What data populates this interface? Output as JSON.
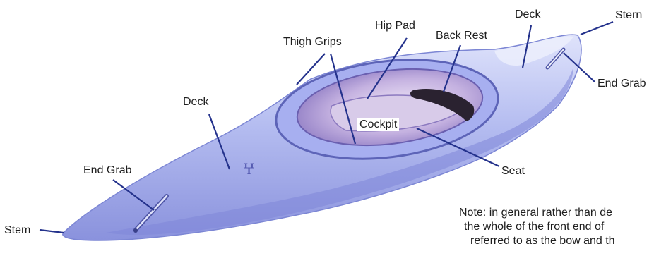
{
  "colors": {
    "leader_line": "#24328c",
    "hull_light": "#c9d0f4",
    "hull_mid": "#9fa9ea",
    "hull_dark": "#7f86d8",
    "cockpit_inner": "#b7a4d8",
    "back_rest": "#2a2230"
  },
  "labels": {
    "stem": "Stem",
    "end_grab_left": "End Grab",
    "deck_left": "Deck",
    "thigh_grips": "Thigh Grips",
    "hip_pad": "Hip Pad",
    "back_rest": "Back Rest",
    "deck_right": "Deck",
    "stern": "Stern",
    "end_grab_right": "End Grab",
    "cockpit": "Cockpit",
    "seat": "Seat"
  },
  "note": {
    "line1": "Note: in general rather than de",
    "line2": "the whole of the front end of",
    "line3": "referred to as the bow and th"
  }
}
